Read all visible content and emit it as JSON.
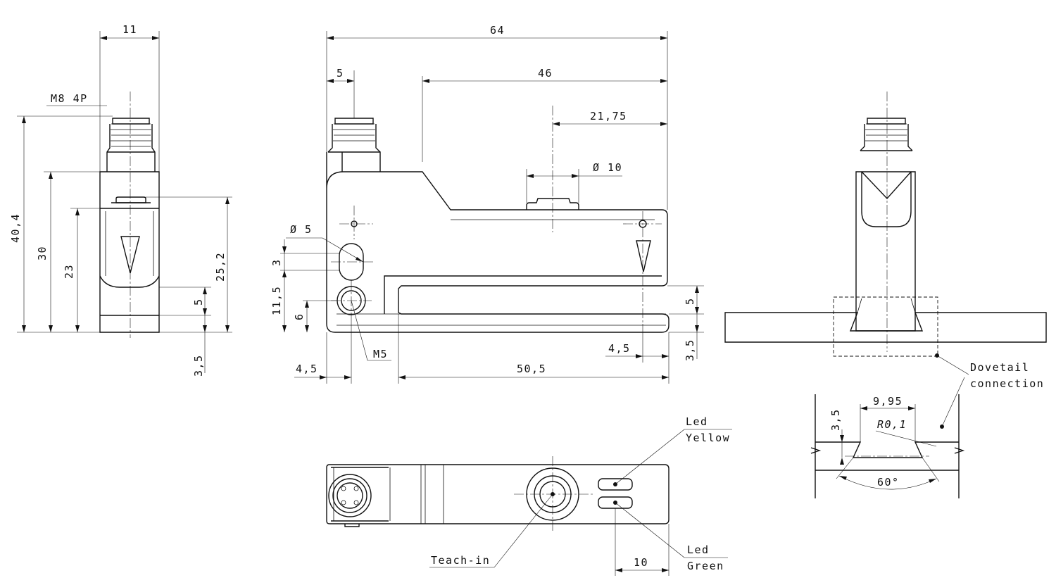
{
  "dimensions": {
    "side_width": "11",
    "thread": "M8 4P",
    "total_height": "40,4",
    "h30": "30",
    "h23": "23",
    "h25_2": "25,2",
    "side_5": "5",
    "side_3_5": "3,5",
    "front_width": "64",
    "front_5": "5",
    "front_46": "46",
    "front_21_75": "21,75",
    "button_dia": "Ø 10",
    "hole_dia": "Ø 5",
    "slot_3": "3",
    "h11_5": "11,5",
    "h6": "6",
    "screw": "M5",
    "left_4_5": "4,5",
    "w50_5": "50,5",
    "right_4_5": "4,5",
    "right_5": "5",
    "right_3_5": "3,5",
    "dovetail_9_95": "9,95",
    "dovetail_3_5": "3,5",
    "radius": "R0,1",
    "angle": "60°",
    "led_spacing": "10"
  },
  "labels": {
    "dovetail_line1": "Dovetail",
    "dovetail_line2": "connection",
    "led_yellow_line1": "Led",
    "led_yellow_line2": "Yellow",
    "led_green_line1": "Led",
    "led_green_line2": "Green",
    "teach_in": "Teach-in"
  }
}
